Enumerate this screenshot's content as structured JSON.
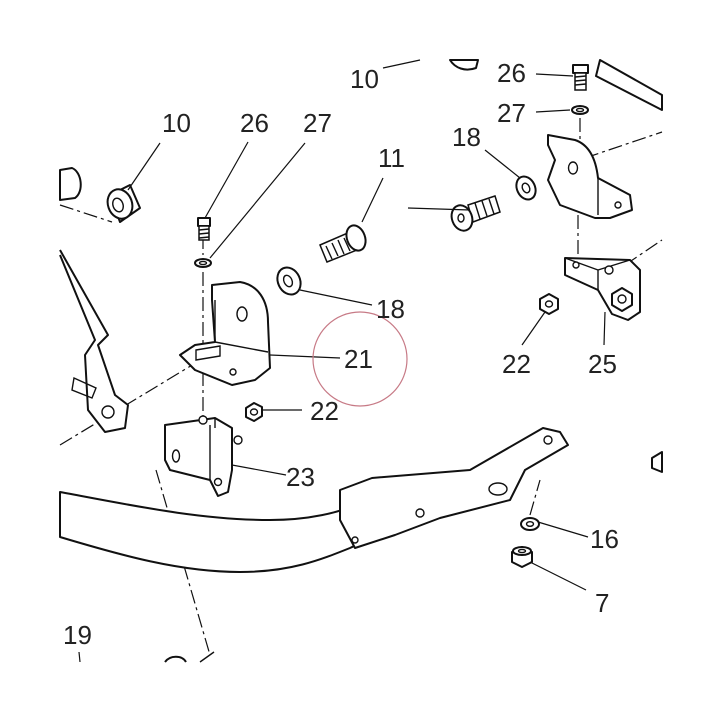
{
  "labels": [
    {
      "id": "callout-10-top",
      "text": "10"
    },
    {
      "id": "callout-26-right",
      "text": "26"
    },
    {
      "id": "callout-27-right",
      "text": "27"
    },
    {
      "id": "callout-18-right",
      "text": "18"
    },
    {
      "id": "callout-10-left",
      "text": "10"
    },
    {
      "id": "callout-26-left",
      "text": "26"
    },
    {
      "id": "callout-27-left",
      "text": "27"
    },
    {
      "id": "callout-11",
      "text": "11"
    },
    {
      "id": "callout-18-left",
      "text": "18"
    },
    {
      "id": "callout-21",
      "text": "21"
    },
    {
      "id": "callout-22-left",
      "text": "22"
    },
    {
      "id": "callout-23",
      "text": "23"
    },
    {
      "id": "callout-22-right",
      "text": "22"
    },
    {
      "id": "callout-25",
      "text": "25"
    },
    {
      "id": "callout-16",
      "text": "16"
    },
    {
      "id": "callout-7",
      "text": "7"
    },
    {
      "id": "callout-19",
      "text": "19"
    }
  ],
  "colors": {
    "line": "#111111",
    "text": "#222222",
    "highlight_circle": "#c77a86",
    "background": "#ffffff"
  }
}
